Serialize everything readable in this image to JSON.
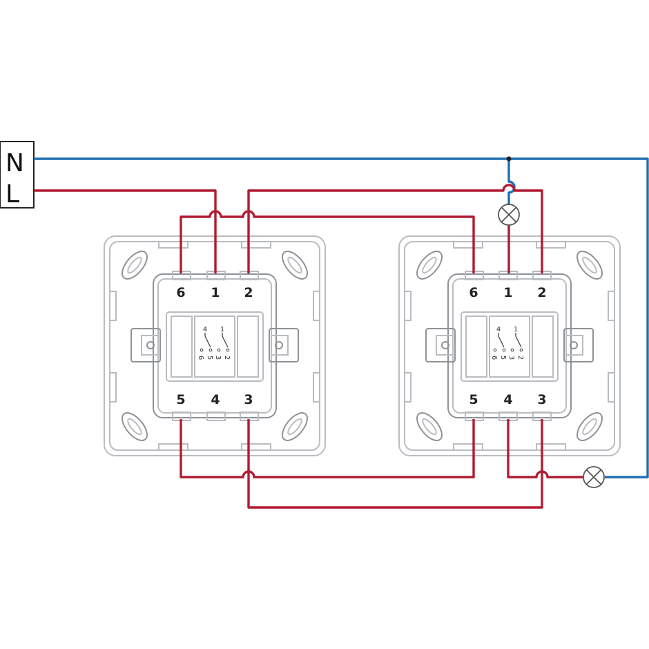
{
  "supply": {
    "neutral_label": "N",
    "live_label": "L"
  },
  "switches": [
    {
      "id": "left",
      "terminals": {
        "t6": "6",
        "t1": "1",
        "t2": "2",
        "t5": "5",
        "t4": "4",
        "t3": "3"
      },
      "schematic": {
        "top_a": "4",
        "top_b": "1",
        "bot_a": "6",
        "bot_b": "5",
        "bot_c": "3",
        "bot_d": "2"
      }
    },
    {
      "id": "right",
      "terminals": {
        "t6": "6",
        "t1": "1",
        "t2": "2",
        "t5": "5",
        "t4": "4",
        "t3": "3"
      },
      "schematic": {
        "top_a": "4",
        "top_b": "1",
        "bot_a": "6",
        "bot_b": "5",
        "bot_c": "3",
        "bot_d": "2"
      }
    }
  ],
  "lamps": [
    "lamp-1",
    "lamp-2"
  ],
  "colors": {
    "live_wire": "#b01c32",
    "neutral_wire": "#1f6fb4",
    "mechanism": "#b9bcc0"
  }
}
